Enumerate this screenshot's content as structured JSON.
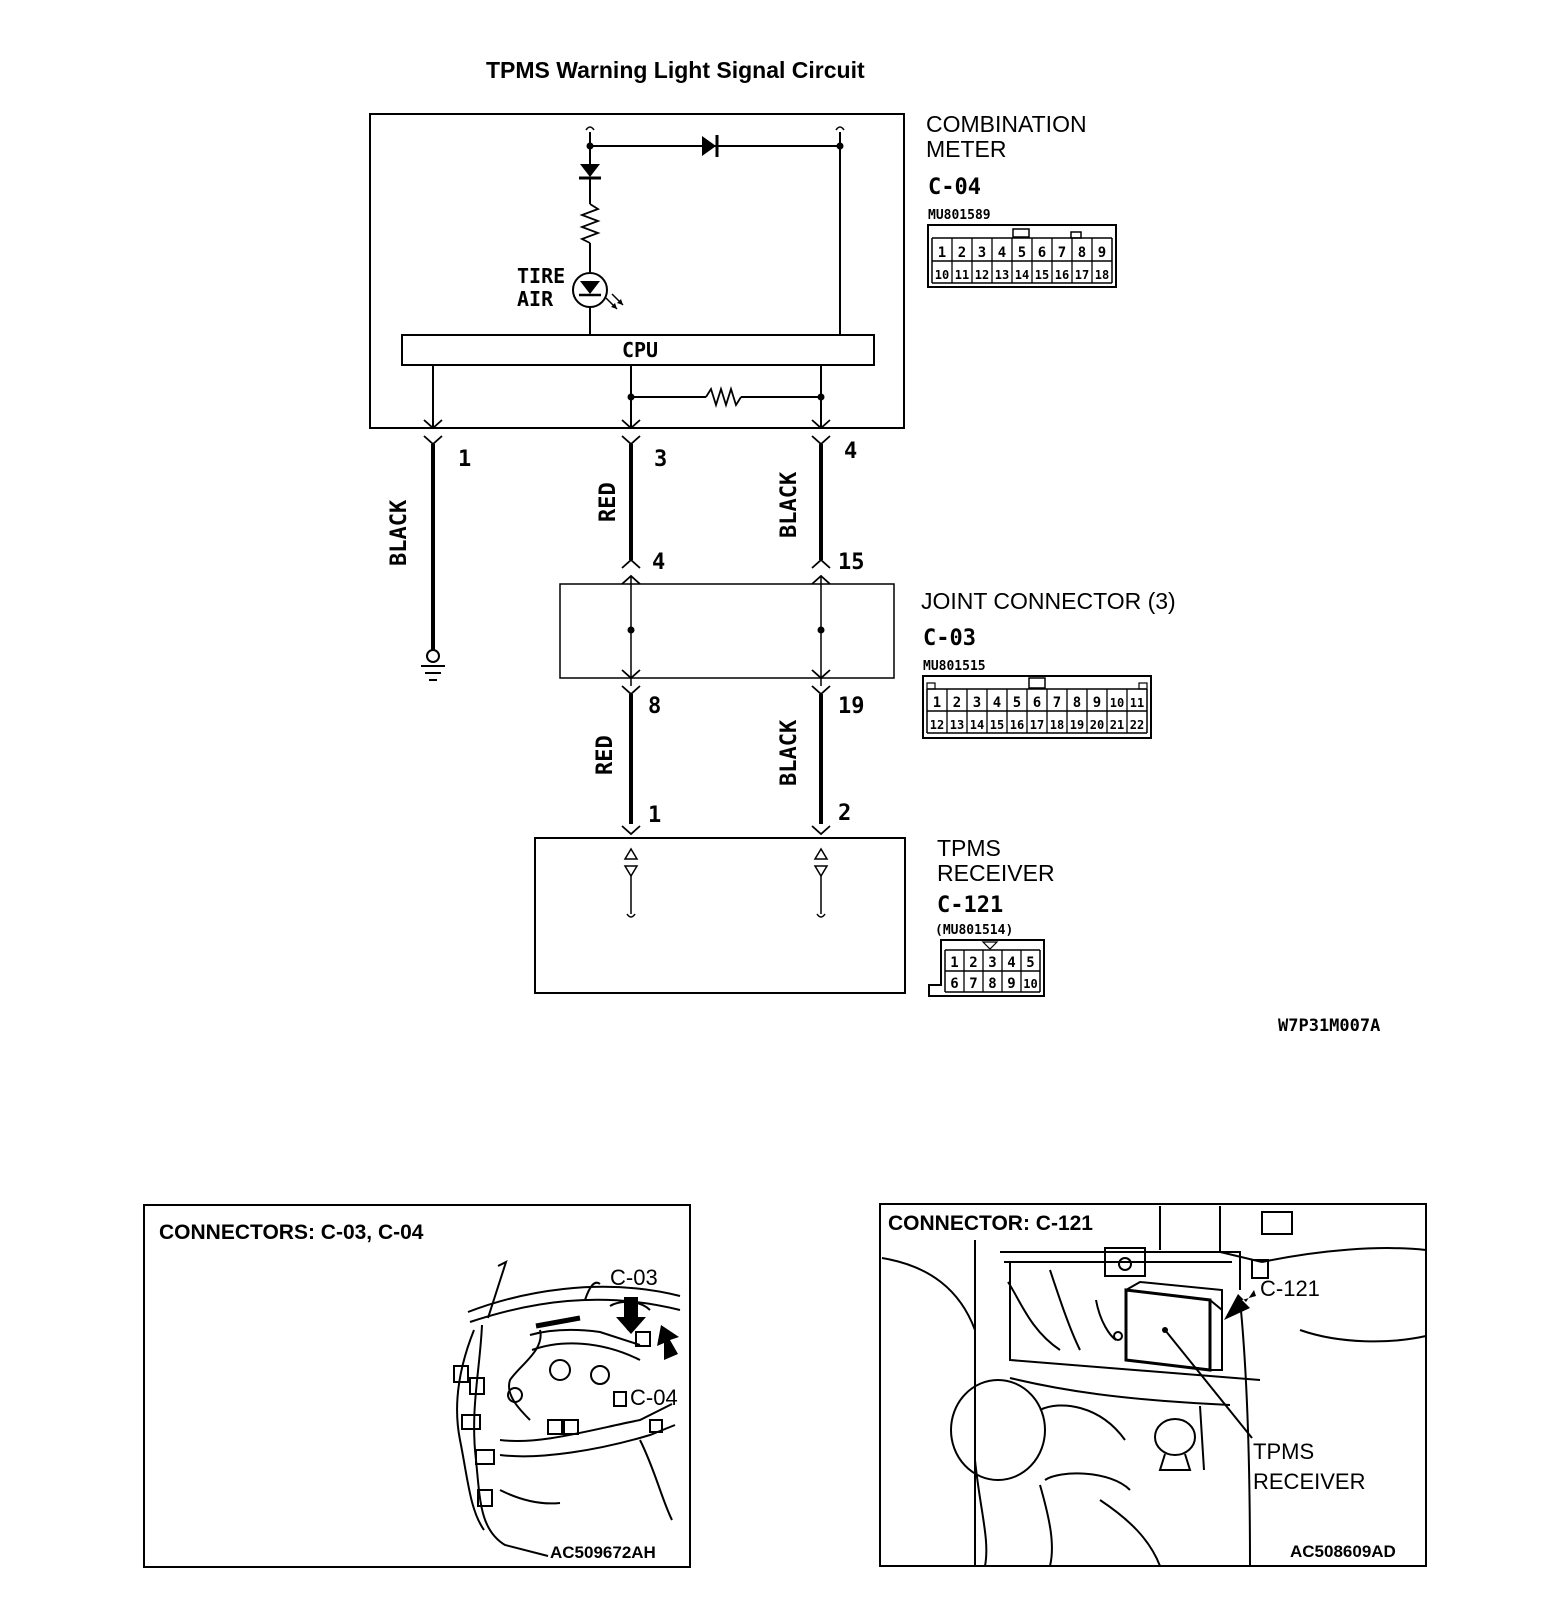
{
  "title": "TPMS Warning Light Signal Circuit",
  "combination_meter": {
    "name_line1": "COMBINATION",
    "name_line2": "METER",
    "connector_id": "C-04",
    "part_no": "MU801589",
    "pins_row1": [
      "1",
      "2",
      "3",
      "4",
      "5",
      "6",
      "7",
      "8",
      "9"
    ],
    "pins_row2": [
      "10",
      "11",
      "12",
      "13",
      "14",
      "15",
      "16",
      "17",
      "18"
    ],
    "lamp_label_line1": "TIRE",
    "lamp_label_line2": "AIR",
    "cpu_label": "CPU"
  },
  "joint_connector": {
    "name": "JOINT CONNECTOR (3)",
    "connector_id": "C-03",
    "part_no": "MU801515",
    "pins_row1": [
      "1",
      "2",
      "3",
      "4",
      "5",
      "6",
      "7",
      "8",
      "9",
      "10",
      "11"
    ],
    "pins_row2": [
      "12",
      "13",
      "14",
      "15",
      "16",
      "17",
      "18",
      "19",
      "20",
      "21",
      "22"
    ]
  },
  "tpms_receiver": {
    "name_line1": "TPMS",
    "name_line2": "RECEIVER",
    "connector_id": "C-121",
    "part_no": "(MU801514)",
    "pins_row1": [
      "1",
      "2",
      "3",
      "4",
      "5"
    ],
    "pins_row2": [
      "6",
      "7",
      "8",
      "9",
      "10"
    ]
  },
  "wires": {
    "w1_pin": "1",
    "w1_color": "BLACK",
    "w3_pin": "3",
    "w3_color": "RED",
    "w4_pin": "4",
    "w4_color": "BLACK",
    "jc_in_left": "4",
    "jc_in_right": "15",
    "jc_out_left": "8",
    "jc_out_right": "19",
    "w_lower_left_color": "RED",
    "w_lower_right_color": "BLACK",
    "rx_left": "1",
    "rx_right": "2"
  },
  "diagram_code": "W7P31M007A",
  "location_left": {
    "title": "CONNECTORS: C-03, C-04",
    "callout1": "C-03",
    "callout2": "C-04",
    "code": "AC509672AH"
  },
  "location_right": {
    "title": "CONNECTOR: C-121",
    "callout": "C-121",
    "label_line1": "TPMS",
    "label_line2": "RECEIVER",
    "code": "AC508609AD"
  }
}
